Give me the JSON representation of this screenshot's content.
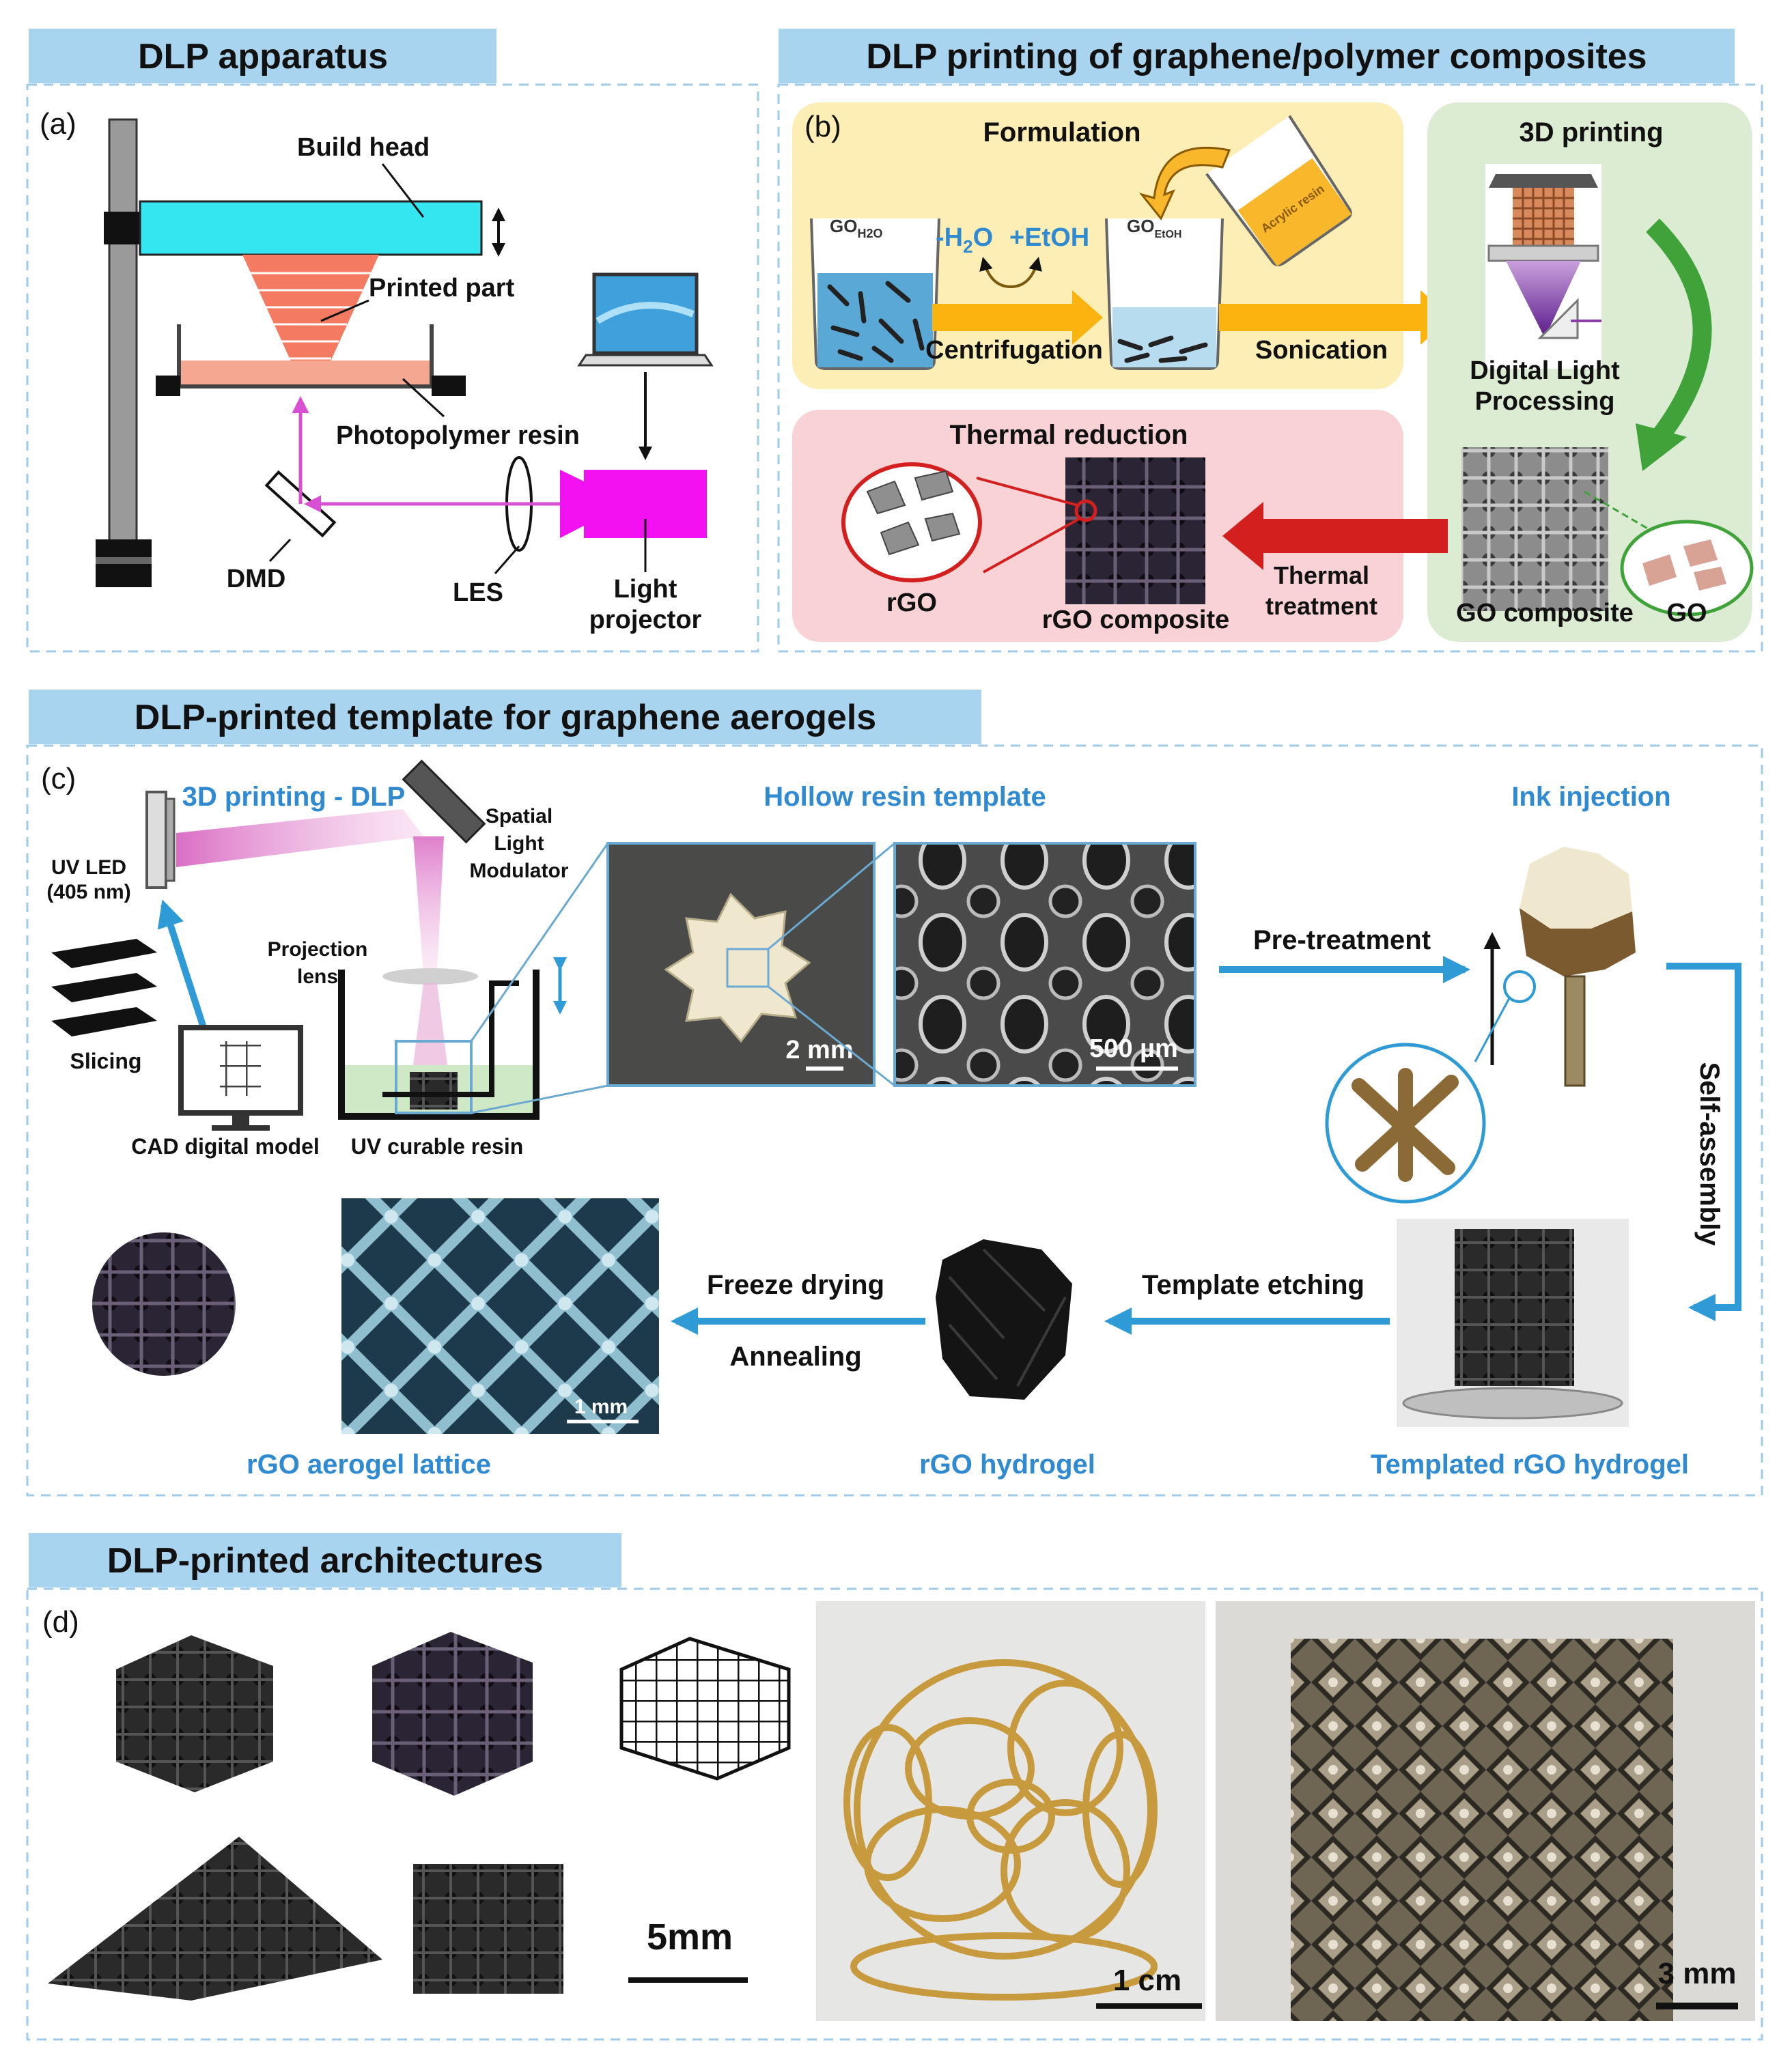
{
  "panel_a": {
    "header": "DLP apparatus",
    "letter": "(a)",
    "build_head": "Build head",
    "printed_part": "Printed part",
    "photopolymer_resin": "Photopolymer resin",
    "dmd": "DMD",
    "les": "LES",
    "light_projector_1": "Light",
    "light_projector_2": "projector"
  },
  "panel_b": {
    "header": "DLP printing of graphene/polymer composites",
    "letter": "(b)",
    "formulation": "Formulation",
    "go_h2o": "GO",
    "go_h2o_sub": "H2O",
    "minus_h2o": "-H",
    "minus_h2o_sub": "2",
    "minus_h2o_end": "O",
    "plus_etoh": "+EtOH",
    "go_etoh": "GO",
    "go_etoh_sub": "EtOH",
    "acrylic_resin": "Acrylic resin",
    "centrifugation": "Centrifugation",
    "sonication": "Sonication",
    "printing_3d": "3D printing",
    "dlp_1": "Digital Light",
    "dlp_2": "Processing",
    "thermal_reduction": "Thermal reduction",
    "rgo": "rGO",
    "rgo_composite": "rGO composite",
    "thermal_treatment_1": "Thermal",
    "thermal_treatment_2": "treatment",
    "go_composite": "GO composite",
    "go": "GO"
  },
  "panel_c": {
    "header": "DLP-printed template for graphene aerogels",
    "letter": "(c)",
    "printing_dlp": "3D printing - DLP",
    "uv_led_1": "UV LED",
    "uv_led_2": "(405 nm)",
    "slm_1": "Spatial",
    "slm_2": "Light",
    "slm_3": "Modulator",
    "projection_1": "Projection",
    "projection_2": "lens",
    "slicing": "Slicing",
    "cad": "CAD digital model",
    "uv_resin": "UV curable resin",
    "hollow_template": "Hollow resin template",
    "scale_2mm": "2 mm",
    "scale_500um": "500 µm",
    "pretreatment": "Pre-treatment",
    "ink_injection": "Ink injection",
    "self_assembly": "Self-assembly",
    "templated_hydrogel": "Templated rGO hydrogel",
    "template_etching": "Template etching",
    "rgo_hydrogel": "rGO hydrogel",
    "freeze_drying": "Freeze drying",
    "annealing": "Annealing",
    "aerogel_lattice": "rGO aerogel lattice",
    "scale_1mm": "1 mm"
  },
  "panel_d": {
    "header": "DLP-printed architectures",
    "letter": "(d)",
    "scale_5mm": "5mm",
    "scale_1cm": "1 cm",
    "scale_3mm": "3 mm"
  },
  "colors": {
    "header_bg": "#a8d4ef",
    "dashed_border": "#9fcbe8",
    "formulation_bg": "#fdeeb5",
    "printing_bg": "#dcecd3",
    "thermal_bg": "#f8d2d4",
    "build_head": "#33e6ef",
    "printed_part": "#f47a62",
    "resin": "#f5a891",
    "projector": "#f211f1",
    "laser": "#d94fd3",
    "arrow_orange": "#fbb40f",
    "arrow_red": "#d41f1f",
    "arrow_green": "#3fa33a",
    "arrow_blue": "#2f9bd6",
    "blue_text": "#2f8ad1"
  }
}
